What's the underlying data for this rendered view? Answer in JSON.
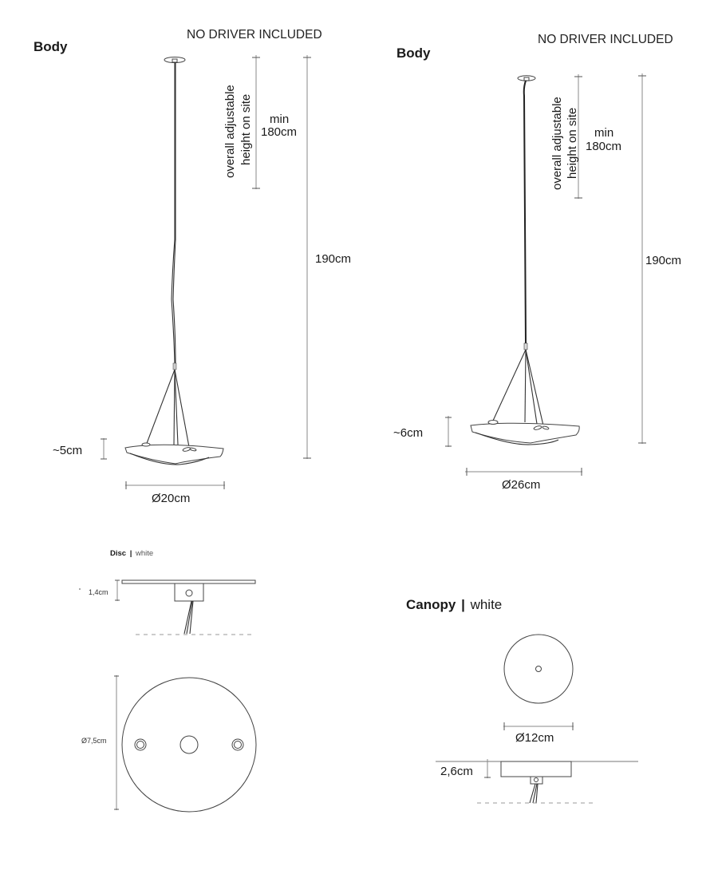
{
  "left_body": {
    "title": "Body",
    "driver_note": "NO DRIVER INCLUDED",
    "adjustable_label_line1": "overall adjustable",
    "adjustable_label_line2": "height on site",
    "min_label": "min",
    "min_value": "180cm",
    "overall_height": "190cm",
    "shade_height": "~5cm",
    "diameter": "Ø20cm"
  },
  "right_body": {
    "title": "Body",
    "driver_note": "NO DRIVER INCLUDED",
    "adjustable_label_line1": "overall adjustable",
    "adjustable_label_line2": "height on site",
    "min_label": "min",
    "min_value": "180cm",
    "overall_height": "190cm",
    "shade_height": "~6cm",
    "diameter": "Ø26cm"
  },
  "disc": {
    "title": "Disc",
    "separator": "|",
    "finish": "white",
    "thickness": "1,4cm",
    "diameter": "Ø7,5cm"
  },
  "canopy": {
    "title": "Canopy",
    "separator": "|",
    "finish": "white",
    "diameter": "Ø12cm",
    "thickness": "2,6cm"
  }
}
